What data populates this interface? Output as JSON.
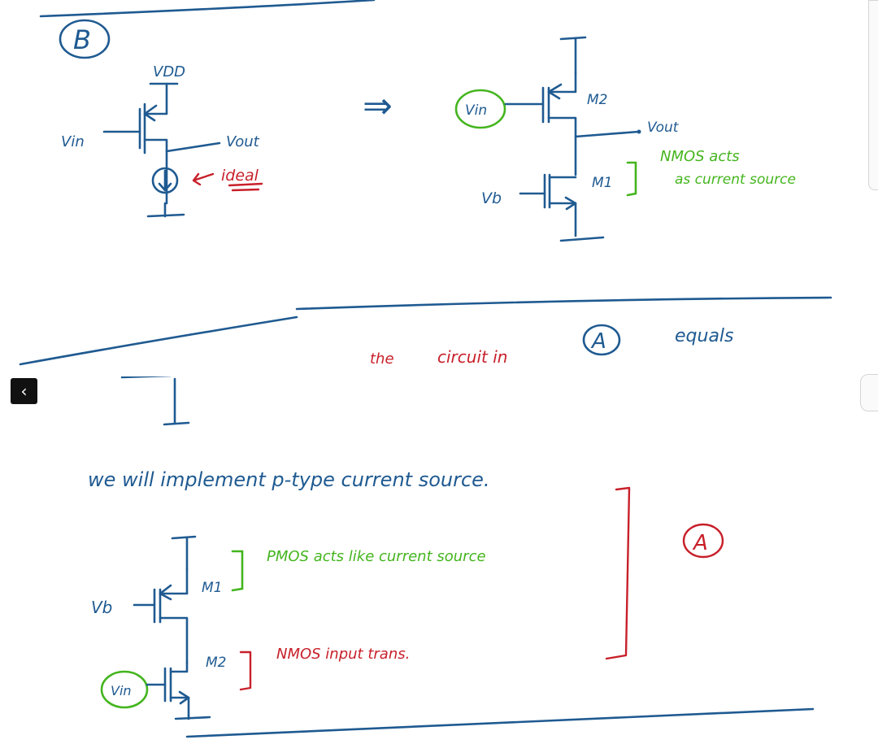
{
  "top_panel": {
    "circle_label": "B",
    "left_circuit": {
      "vdd": "VDD",
      "vin": "Vin",
      "vout": "Vout",
      "note": "ideal"
    },
    "arrow": "⇒",
    "right_circuit": {
      "vin": "Vin",
      "vout": "Vout",
      "vb": "Vb",
      "m2": "M2",
      "m1": "M1",
      "note_line1": "NMOS acts",
      "note_line2": "as current source"
    },
    "bottom_text_prefix": "the",
    "bottom_text_main": "circuit in",
    "bottom_circle": "A",
    "bottom_text_suffix": "equals"
  },
  "bottom_panel": {
    "heading": "we will implement p-type current source.",
    "vb": "Vb",
    "vin": "Vin",
    "m1": "M1",
    "m2": "M2",
    "note_m1": "PMOS acts like current source",
    "note_m2": "NMOS input trans.",
    "circle_label": "A"
  },
  "colors": {
    "blue": "#1f5a91",
    "red": "#c8202a",
    "green": "#44b51e"
  }
}
